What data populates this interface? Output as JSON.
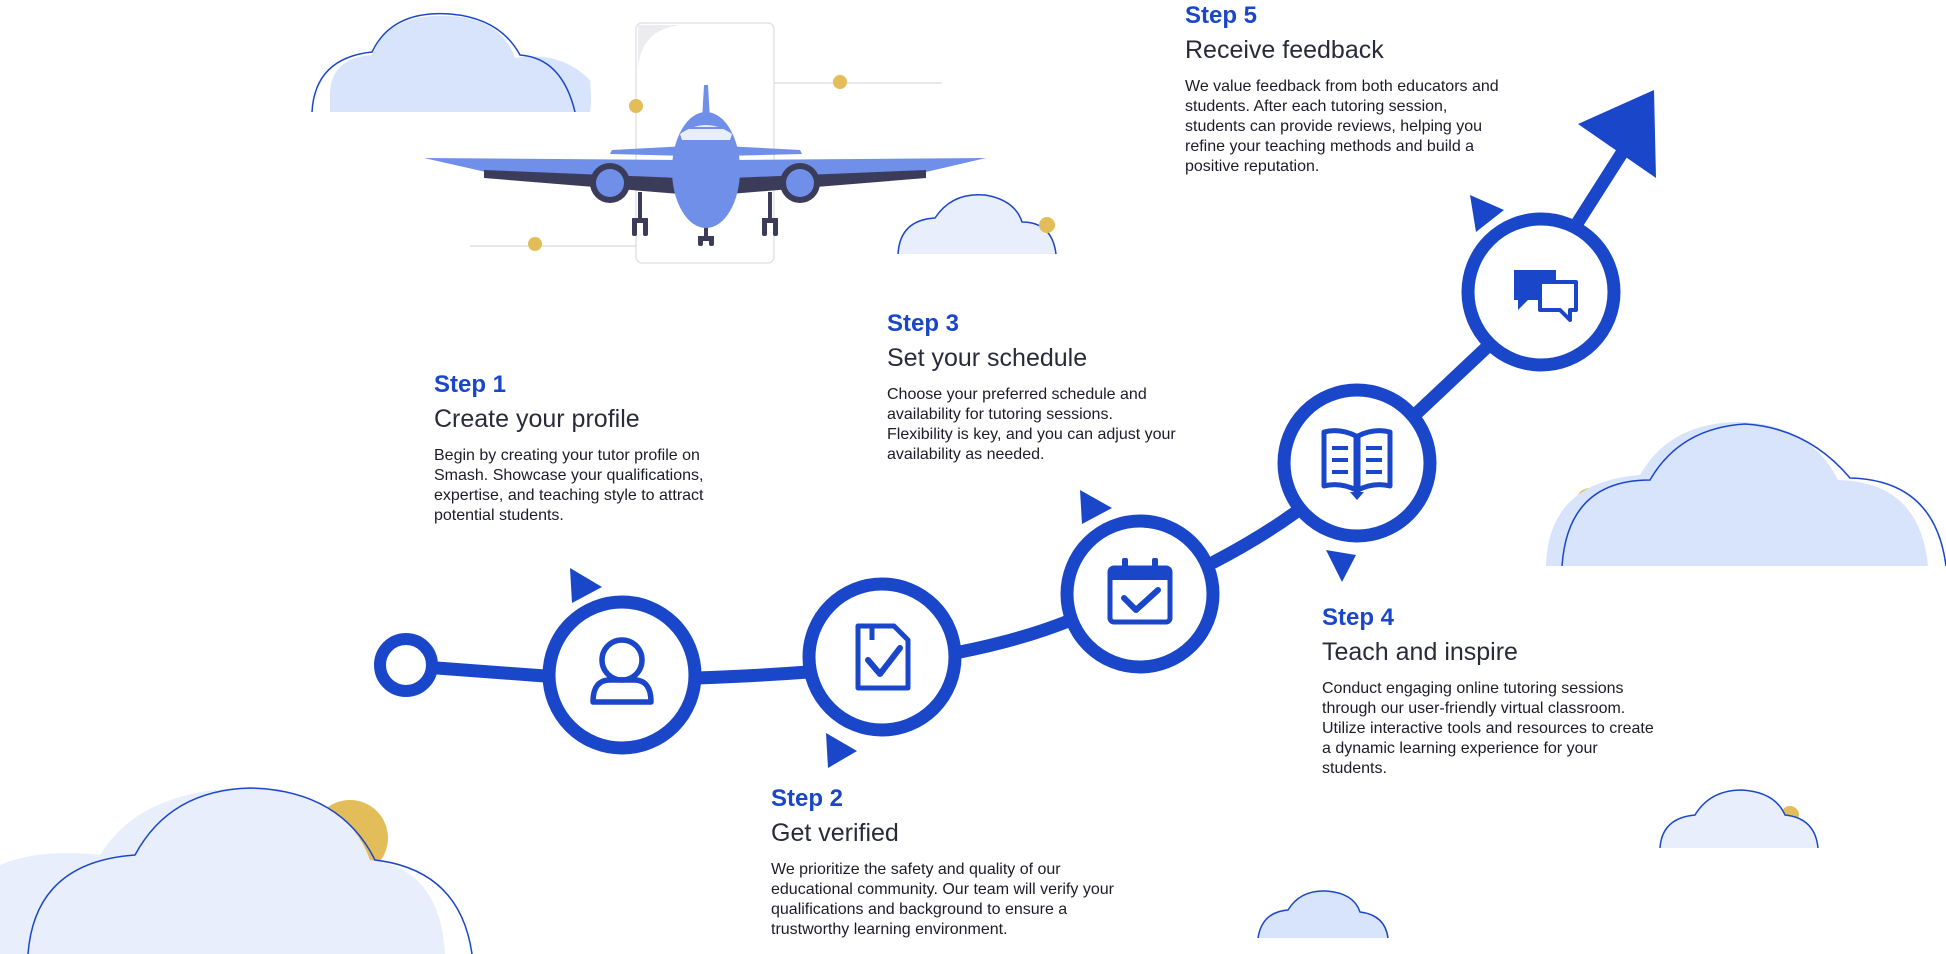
{
  "colors": {
    "primary": "#1a47c9",
    "cloud": "#d8e4fb",
    "sun": "#e3bd5a",
    "plane": "#6f8fe8",
    "plane_dark": "#3b3c5a",
    "text": "#1c1c28"
  },
  "steps": [
    {
      "label": "Step 1",
      "title": "Create your profile",
      "description": "Begin by creating your tutor profile on Smash. Showcase your qualifications, expertise, and teaching style to attract potential students.",
      "icon": "user-icon"
    },
    {
      "label": "Step 2",
      "title": "Get verified",
      "description": "We prioritize the safety and quality of our educational community. Our team will verify your qualifications and background to ensure a trustworthy learning environment.",
      "icon": "document-check-icon"
    },
    {
      "label": "Step 3",
      "title": "Set your schedule",
      "description": "Choose your preferred schedule and availability for tutoring sessions. Flexibility is key, and you can adjust your availability as needed.",
      "icon": "calendar-check-icon"
    },
    {
      "label": "Step 4",
      "title": "Teach and inspire",
      "description": "Conduct engaging online tutoring sessions through our user-friendly virtual classroom. Utilize interactive tools and resources to create a dynamic learning experience for your students.",
      "icon": "open-book-icon"
    },
    {
      "label": "Step 5",
      "title": "Receive feedback",
      "description": "We value feedback from both educators and students. After each tutoring session, students can provide reviews, helping you refine your teaching methods and build a positive reputation.",
      "icon": "chat-bubbles-icon"
    }
  ]
}
